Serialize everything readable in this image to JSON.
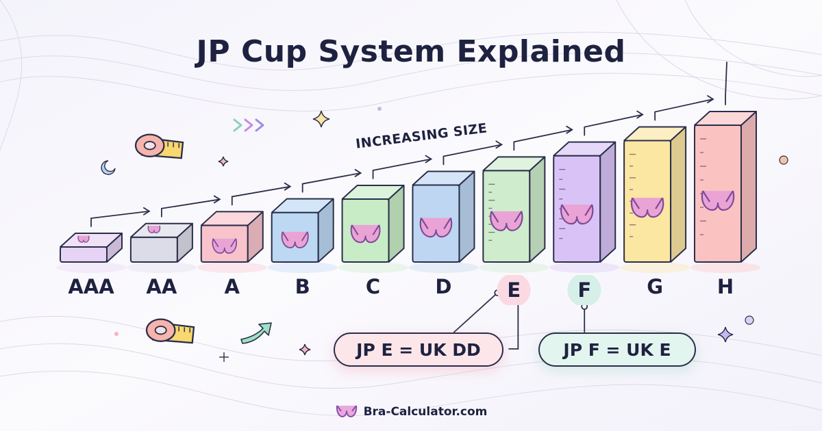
{
  "title": "JP Cup System Explained",
  "trend_label": "INCREASING SIZE",
  "cups": [
    "AAA",
    "AA",
    "A",
    "B",
    "C",
    "D",
    "E",
    "F",
    "G",
    "H"
  ],
  "cup_colors": [
    "#e7d3f3",
    "#dcdbe8",
    "#f8c3cb",
    "#bcd8f3",
    "#c8ecc6",
    "#bed6f2",
    "#cfeccc",
    "#d9c3f6",
    "#fbe6a2",
    "#fbc2c2"
  ],
  "highlighted_cups": [
    "E",
    "F"
  ],
  "conversions": {
    "e": "JP E = UK DD",
    "f": "JP F = UK E"
  },
  "brand": {
    "text": "Bra-Calculator.com",
    "icon": "bra-icon"
  },
  "decorations": [
    "measuring-tape-icon",
    "sparkle-icon",
    "chevron-arrows-icon",
    "curved-arrow-icon"
  ]
}
